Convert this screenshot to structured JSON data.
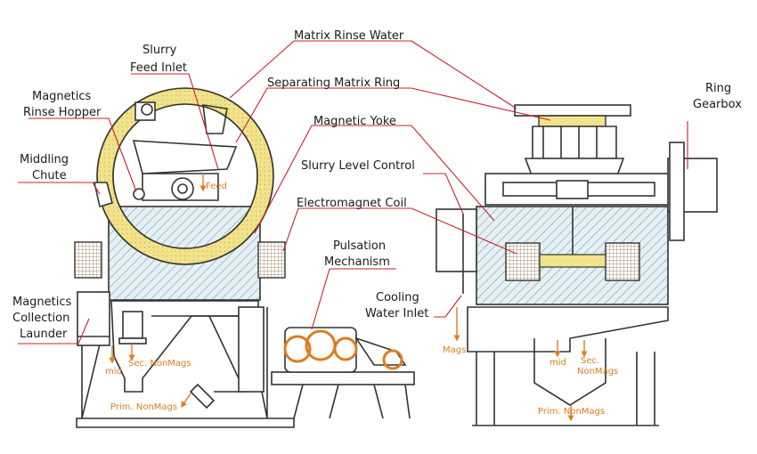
{
  "labels": {
    "matrix_rinse_water": "Matrix Rinse Water",
    "slurry_feed_inlet_1": "Slurry",
    "slurry_feed_inlet_2": "Feed Inlet",
    "separating_matrix_ring": "Separating Matrix Ring",
    "magnetics_rinse_hopper_1": "Magnetics",
    "magnetics_rinse_hopper_2": "Rinse Hopper",
    "ring_gearbox_1": "Ring",
    "ring_gearbox_2": "Gearbox",
    "magnetic_yoke": "Magnetic Yoke",
    "middling_chute_1": "Middling",
    "middling_chute_2": "Chute",
    "slurry_level_control": "Slurry Level Control",
    "electromagnet_coil": "Electromagnet Coil",
    "pulsation_mechanism_1": "Pulsation",
    "pulsation_mechanism_2": "Mechanism",
    "magnetics_collection_launder_1": "Magnetics",
    "magnetics_collection_launder_2": "Collection",
    "magnetics_collection_launder_3": "Launder",
    "cooling_water_inlet_1": "Cooling",
    "cooling_water_inlet_2": "Water Inlet"
  },
  "flow_labels": {
    "feed": "Feed",
    "mid_left": "mid",
    "sec_nonmags_left": "Sec. NonMags",
    "prim_nonmags_left": "Prim. NonMags",
    "mags_right": "Mags",
    "mid_right": "mid",
    "sec_nonmags_right_1": "Sec.",
    "sec_nonmags_right_2": "NonMags",
    "prim_nonmags_right": "Prim. NonMags"
  },
  "colors": {
    "line": "#333333",
    "leader": "#c8202a",
    "flow": "#e07b20",
    "matrix_ring": "#f0e38c",
    "matrix_ring_edge": "#d4b43a",
    "yoke_fill": "#e4f0f3",
    "yoke_hatch": "#8aa5ad",
    "coil": "#a88a6c"
  }
}
